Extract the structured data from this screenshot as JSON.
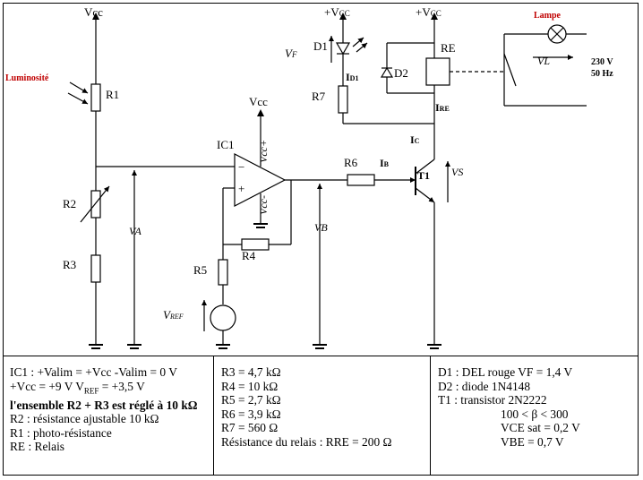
{
  "labels": {
    "vcc_left": "Vcc",
    "vcc_opamp": "Vcc",
    "vcc_led": "+V",
    "vcc_led_sub": "CC",
    "vcc_relay": "+V",
    "vcc_relay_sub": "CC",
    "luminosite": "Luminosité",
    "lampe": "Lampe",
    "r1": "R1",
    "r2": "R2",
    "r3": "R3",
    "r4": "R4",
    "r5": "R5",
    "r6": "R6",
    "r7": "R7",
    "ic1": "IC1",
    "vcc_plus": "Vcc+",
    "vcc_minus": "Vcc-",
    "minus": "−",
    "plus": "+",
    "vf": "V",
    "vf_sub": "F",
    "d1": "D1",
    "d2": "D2",
    "id1": "I",
    "id1_sub": "D1",
    "re": "RE",
    "ire": "I",
    "ire_sub": "RE",
    "ic": "I",
    "ic_sub": "C",
    "ib": "I",
    "ib_sub": "B",
    "t1": "T1",
    "vs": "VS",
    "va": "VA",
    "vb": "VB",
    "vref": "V",
    "vref_sub": "REF",
    "vl": "VL",
    "mains_v": "230 V",
    "mains_f": "50 Hz"
  },
  "legend": {
    "col1": [
      "IC1 : +Valim = +Vcc     -Valim = 0 V",
      "+Vcc = +9 V   V",
      "REF",
      " = +3,5 V",
      "l'ensemble R2 + R3 est réglé à 10 kΩ",
      "R2 : résistance ajustable 10 kΩ",
      "R1 : photo-résistance",
      "RE : Relais"
    ],
    "col2": [
      "R3 = 4,7 kΩ",
      "R4 = 10 kΩ",
      "R5 = 2,7 kΩ",
      "R6 = 3,9 kΩ",
      "R7 = 560 Ω",
      "Résistance du relais : RRE = 200 Ω"
    ],
    "col3": [
      "D1 : DEL rouge VF = 1,4 V",
      "D2 : diode 1N4148",
      "T1 : transistor 2N2222",
      "100 < β < 300",
      "VCE sat = 0,2 V",
      "VBE = 0,7 V"
    ]
  },
  "colors": {
    "ink": "#000000",
    "accent_red": "#c00000"
  }
}
